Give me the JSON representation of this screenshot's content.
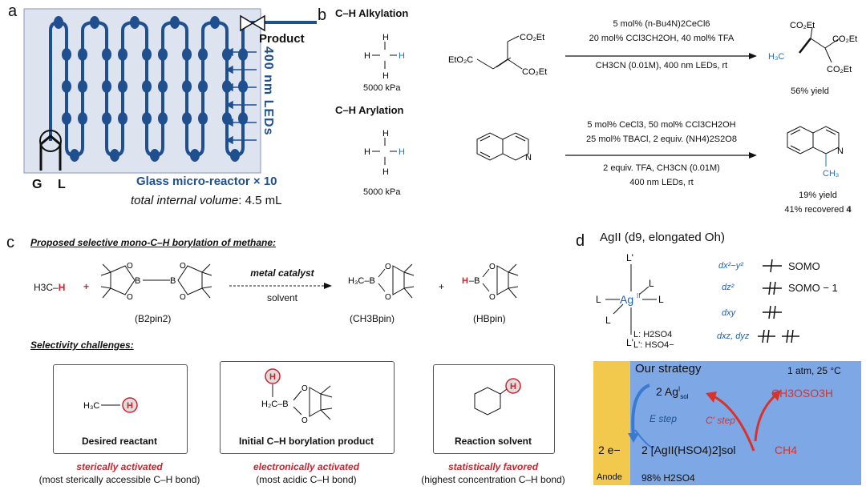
{
  "panel_a": {
    "label": "a",
    "product_label": "Product",
    "leds_label": "400 nm LEDs",
    "inlet_g": "G",
    "inlet_l": "L",
    "reactor_title": "Glass micro-reactor × 10",
    "volume_label": "total internal volume",
    "volume_value": ": 4.5 mL"
  },
  "panel_b": {
    "label": "b",
    "alkylation_title": "C–H Alkylation",
    "arylation_title": "C–H Arylation",
    "pressure_1": "5000 kPa",
    "pressure_2": "5000 kPa",
    "alk_cond_1": "5 mol% (n-Bu4N)2CeCl6",
    "alk_cond_2": "20 mol% CCl3CH2OH, 40 mol% TFA",
    "alk_cond_3": "CH3CN (0.01M), 400 nm LEDs, rt",
    "alk_yield": "56% yield",
    "ary_cond_1": "5 mol% CeCl3, 50 mol% CCl3CH2OH",
    "ary_cond_2": "25 mol% TBACl, 2 equiv. (NH4)2S2O8",
    "ary_cond_3": "2 equiv. TFA, CH3CN (0.01M)",
    "ary_cond_4": "400 nm LEDs, rt",
    "ary_yield": "19% yield",
    "ary_recovered": "41% recovered",
    "ary_recovered_num": "4",
    "h": "H",
    "co2et": "CO2Et",
    "eto2c": "EtO2C",
    "h3c": "H3C",
    "ch3": "CH3",
    "n": "N"
  },
  "panel_c": {
    "label": "c",
    "heading": "Proposed selective mono-C–H borylation of methane:",
    "h3c": "H3C",
    "h_red": "H",
    "plus_1": "+",
    "plus_2": "+",
    "arrow_top": "metal catalyst",
    "arrow_bottom": "solvent",
    "b2pin2_label": "(B2pin2)",
    "ch3bpin_label": "(CH3Bpin)",
    "hbpin_label": "(HBpin)",
    "b": "B",
    "o": "O",
    "challenges_heading": "Selectivity challenges:",
    "box1_title": "Desired reactant",
    "box2_title": "Initial C–H borylation product",
    "box3_title": "Reaction solvent",
    "box1_red": "sterically activated",
    "box2_red": "electronically activated",
    "box3_red": "statistically favored",
    "box1_note": "(most sterically accessible C–H bond)",
    "box2_note": "(most acidic C–H bond)",
    "box3_note": "(highest concentration C–H bond)",
    "h2c": "H2C"
  },
  "panel_d": {
    "label": "d",
    "title": "AgII (d9, elongated Oh)",
    "l_prime": "L'",
    "l": "L",
    "ag": "Ag",
    "ag_ox": "II",
    "legend_l": "L: H2SO4",
    "legend_lp": "L': HSO4−",
    "orb_1": "dx²−y²",
    "orb_2": "dz²",
    "orb_3": "dxy",
    "orb_4": "dxz, dyz",
    "somo": "SOMO",
    "somo_1": "SOMO − 1",
    "strategy_title": "Our strategy",
    "conditions": "1 atm, 25 °C",
    "ag_sol": "2 AgIsol",
    "e_step": "E step",
    "c_step": "C' step",
    "product": "CH3OSO3H",
    "electron": "2 e−",
    "ag_hso4": "2 [AgII(HSO4)2]sol",
    "ch4": "CH4",
    "anode": "Anode",
    "electrolyte": "98% H2SO4",
    "colors": {
      "blue_bg": "#7ea7e6",
      "anode": "#f2c94c",
      "arrow_red": "#d9322b",
      "arrow_blue": "#3a7ad0"
    }
  }
}
